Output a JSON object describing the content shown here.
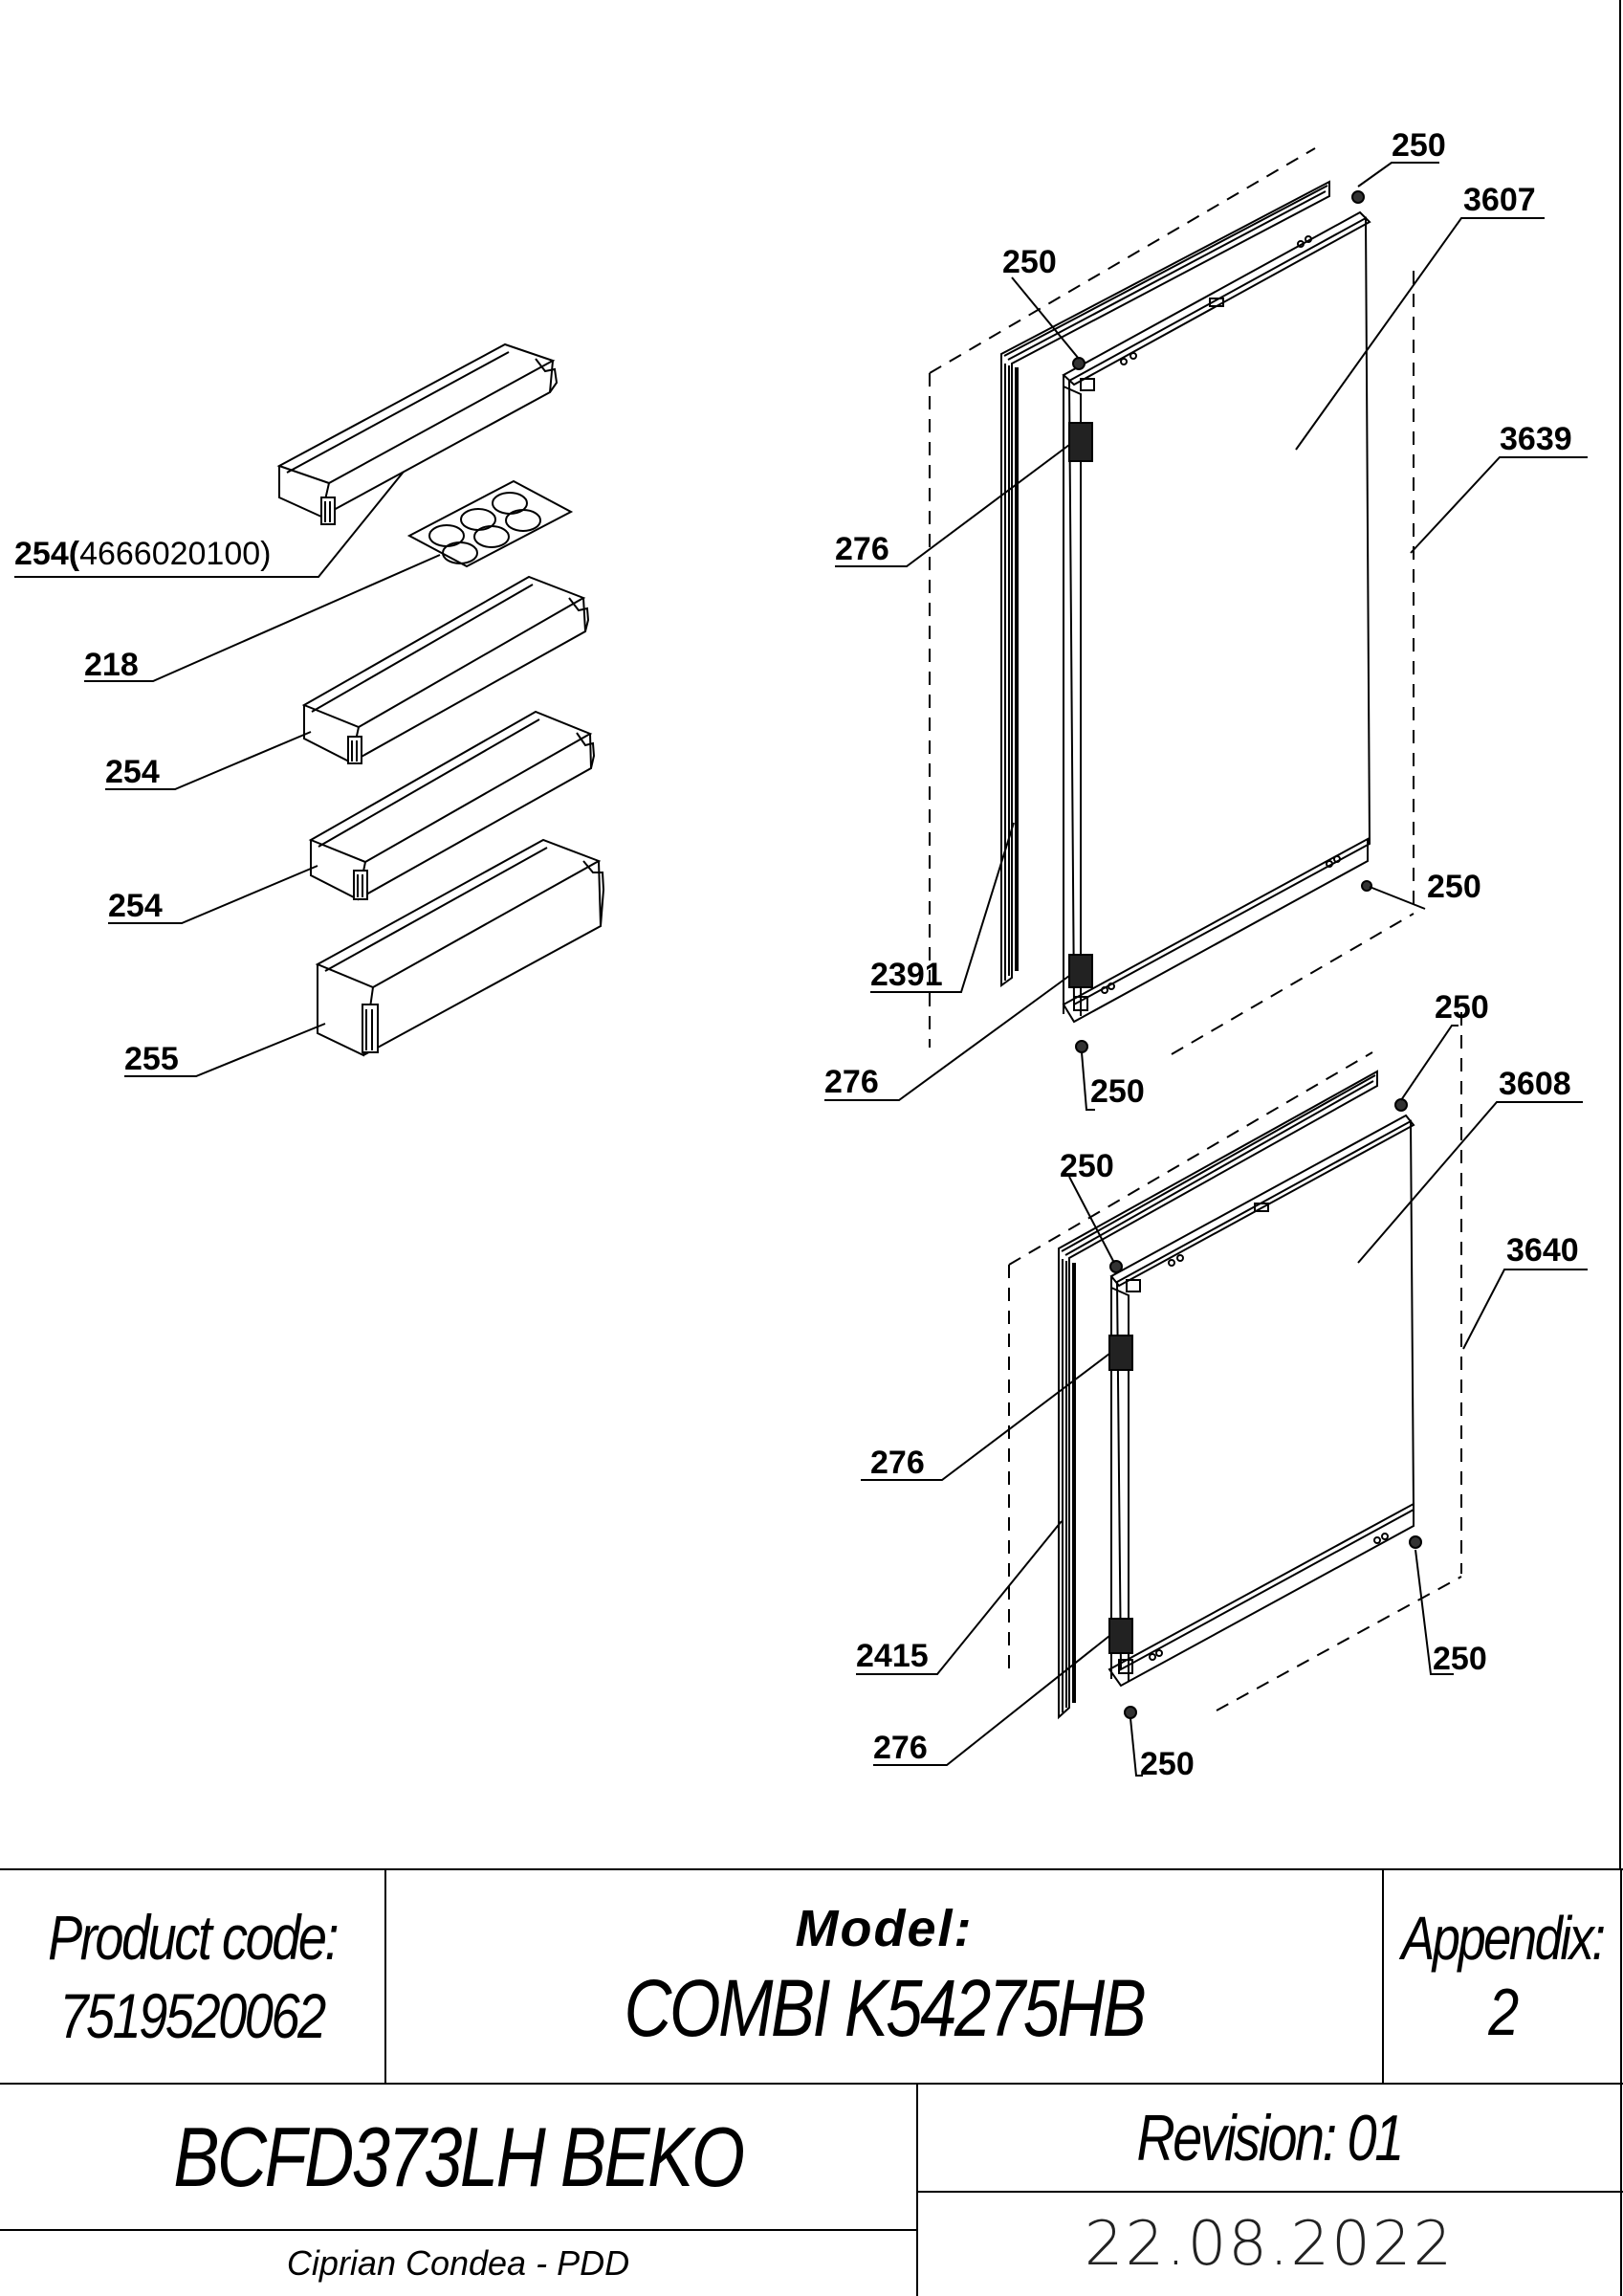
{
  "callouts": {
    "c254_prefix": "254(",
    "c254_code": "4666020100)",
    "c218": "218",
    "c254a": "254",
    "c254b": "254",
    "c255": "255",
    "c250_top": "250",
    "c3607": "3607",
    "c250_upper_left": "250",
    "c3639": "3639",
    "c276_a": "276",
    "c250_upper_right": "250",
    "c2391": "2391",
    "c276_b": "276",
    "c250_mid_right": "250",
    "c250_mid_left": "250",
    "c3608": "3608",
    "c250_lower_left": "250",
    "c3640": "3640",
    "c276_c": "276",
    "c2415": "2415",
    "c250_lower_right": "250",
    "c276_d": "276",
    "c250_bottom": "250"
  },
  "title_block": {
    "product_code_label": "Product code:",
    "product_code_value": "7519520062",
    "model_label": "Model:",
    "model_value": "COMBI K54275HB",
    "appendix_label": "Appendix:",
    "appendix_value": "2",
    "dealer_model": "BCFD373LH BEKO",
    "revision": "Revision: 01",
    "date": "22.08.2022",
    "author": "Ciprian Condea - PDD"
  },
  "colors": {
    "ink": "#000000",
    "paper": "#ffffff"
  }
}
